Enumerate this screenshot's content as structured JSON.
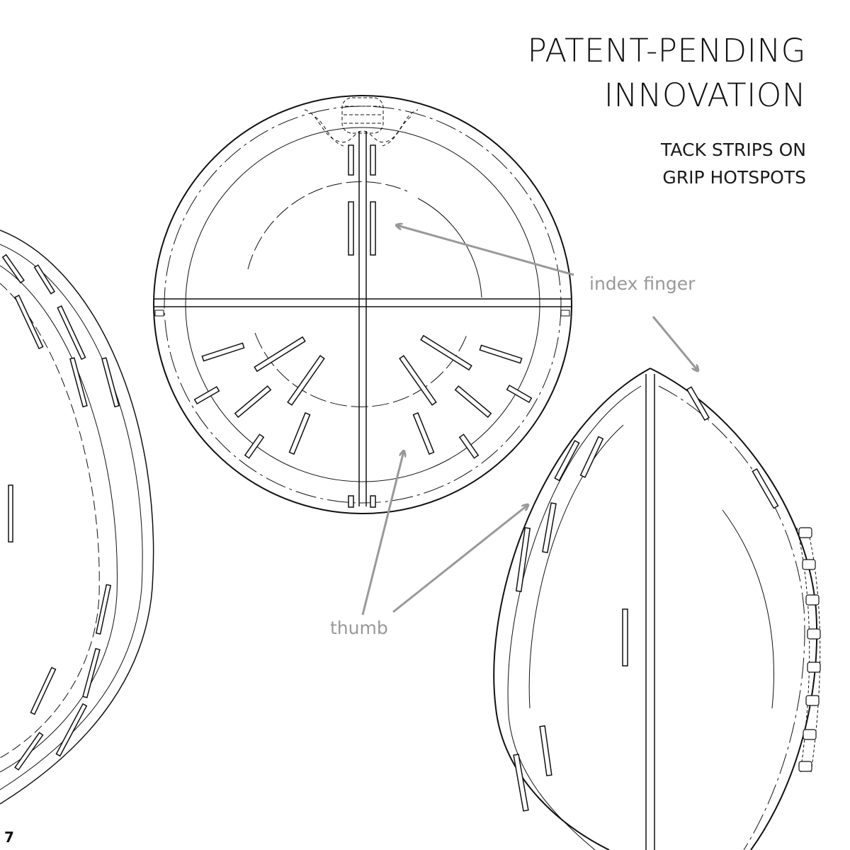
{
  "heading": {
    "line1": "PATENT-PENDING",
    "line2": "INNOVATION"
  },
  "subheading": {
    "line1": "TACK STRIPS ON",
    "line2": "GRIP HOTSPOTS"
  },
  "callouts": {
    "index_finger": "index finger",
    "thumb": "thumb"
  },
  "page_number": "7",
  "colors": {
    "ink": "#111111",
    "callout_gray": "#999999"
  }
}
